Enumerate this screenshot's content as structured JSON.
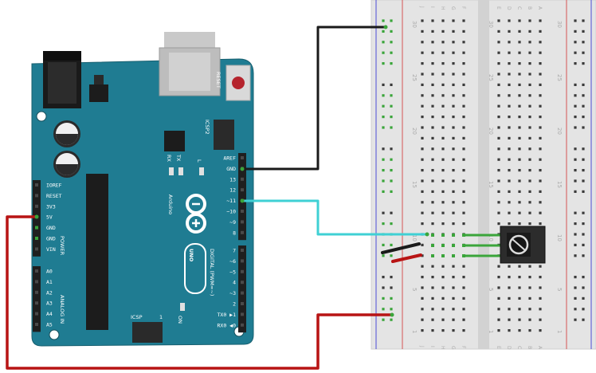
{
  "board": {
    "brand": "Arduino",
    "model": "UNO",
    "reset_label": "RESET",
    "icsp2_label": "ICSP2",
    "icsp_label": "ICSP",
    "icsp_pin1": "1",
    "led_tx": "TX",
    "led_rx": "RX",
    "led_l": "L",
    "led_on": "ON",
    "power_label": "POWER",
    "analog_label": "ANALOG IN",
    "digital_label": "DIGITAL (PWM=~)",
    "power_pins": [
      "IOREF",
      "RESET",
      "3V3",
      "5V",
      "GND",
      "GND",
      "VIN"
    ],
    "analog_pins": [
      "A0",
      "A1",
      "A2",
      "A3",
      "A4",
      "A5"
    ],
    "digital_top": [
      "AREF",
      "GND",
      "13",
      "12",
      "~11",
      "~10",
      "~9",
      "8"
    ],
    "digital_bottom": [
      "7",
      "~6",
      "~5",
      "4",
      "~3",
      "2",
      "TX0 ▶1",
      "RX0 ◀0"
    ]
  },
  "breadboard": {
    "row_numbers": [
      "30",
      "25",
      "20",
      "15",
      "10",
      "5",
      "1"
    ],
    "cols_left": [
      "F",
      "G",
      "H",
      "I",
      "J"
    ],
    "cols_right": [
      "A",
      "B",
      "C",
      "D",
      "E"
    ]
  },
  "wires": [
    {
      "name": "gnd-wire",
      "from": "GND",
      "to": "breadboard ground rail",
      "color": "#1a1a1a"
    },
    {
      "name": "signal-wire",
      "from": "~11",
      "to": "IR receiver OUT",
      "color": "#3fd0d4"
    },
    {
      "name": "power-wire",
      "from": "5V",
      "to": "breadboard power rail",
      "color": "#b81414"
    }
  ],
  "component": {
    "name": "IR receiver"
  },
  "colors": {
    "board": "#1f7c92",
    "board_dark": "#16606f",
    "breadboard": "#e4e4e4",
    "rail_red": "#d65555",
    "rail_blue": "#4b4bd6",
    "hole_green": "#3aa53a"
  }
}
